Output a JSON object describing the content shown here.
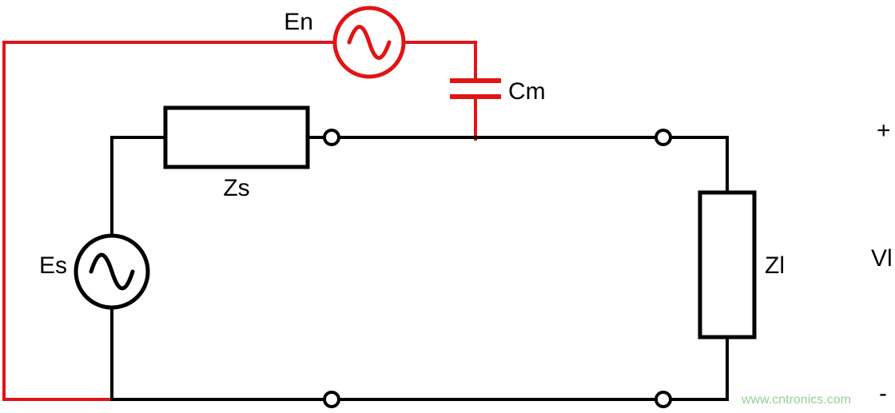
{
  "diagram": {
    "description": "Capacitive coupling noise circuit: noise source En couples through capacitance Cm into signal loop of Es, Zs and load Zl",
    "labels": {
      "noise_source": "En",
      "coupling_capacitor": "Cm",
      "source_impedance": "Zs",
      "signal_source": "Es",
      "load_impedance": "Zl",
      "plus": "+",
      "load_voltage": "Vl",
      "minus": "-"
    },
    "watermark": "www.cntronics.com",
    "colors": {
      "noise_path": "#e21414",
      "signal_path": "#000000",
      "watermark": "#95d095",
      "background": "#ffffff"
    }
  }
}
